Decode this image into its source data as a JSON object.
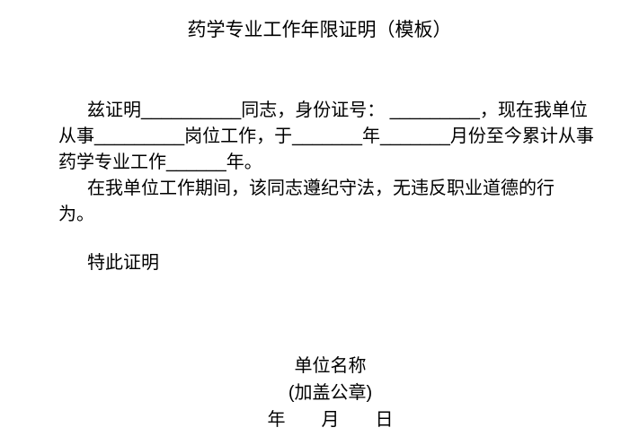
{
  "page": {
    "background": "#ffffff",
    "text_color": "#000000"
  },
  "document": {
    "title": "药学专业工作年限证明（模板）",
    "body": {
      "para1_line1": "兹证明__________同志，身份证号： _________，现在我单位",
      "para1_line2": "从事_________岗位工作，于_______年_______月份至今累计从事",
      "para1_line3": "药学专业工作______年。",
      "para2_line1": "在我单位工作期间，该同志遵纪守法，无违反职业道德的行",
      "para2_line2": "为。",
      "closing": "特此证明"
    },
    "signature": {
      "org_name": "单位名称",
      "seal_note": "(加盖公章)",
      "date_line": "年　　月　　日"
    }
  }
}
